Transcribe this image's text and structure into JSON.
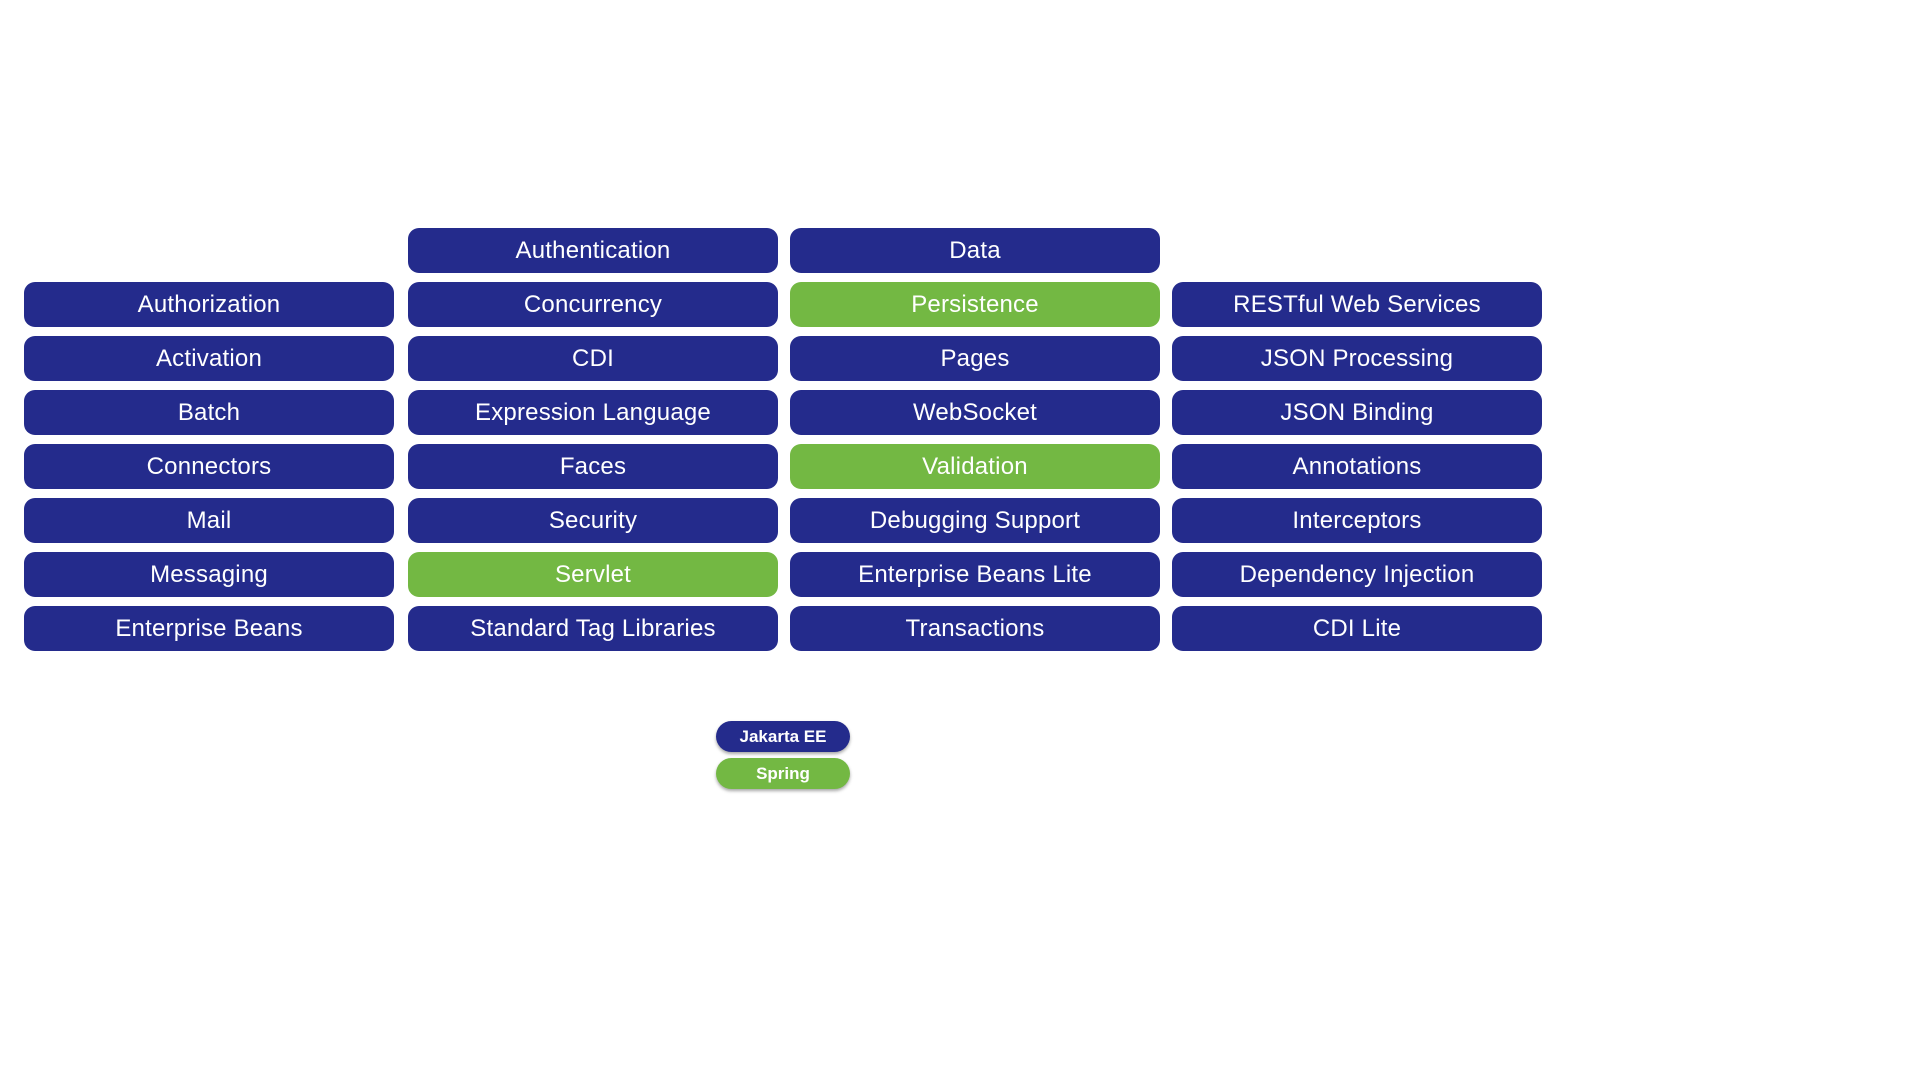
{
  "colors": {
    "jakarta": "#242b8c",
    "spring": "#73b843",
    "text": "#ffffff",
    "background": "#ffffff"
  },
  "diagram": {
    "columns": [
      {
        "items": [
          {
            "label": "Authorization",
            "tech": "jakarta"
          },
          {
            "label": "Activation",
            "tech": "jakarta"
          },
          {
            "label": "Batch",
            "tech": "jakarta"
          },
          {
            "label": "Connectors",
            "tech": "jakarta"
          },
          {
            "label": "Mail",
            "tech": "jakarta"
          },
          {
            "label": "Messaging",
            "tech": "jakarta"
          },
          {
            "label": "Enterprise Beans",
            "tech": "jakarta"
          }
        ]
      },
      {
        "items": [
          {
            "label": "Authentication",
            "tech": "jakarta"
          },
          {
            "label": "Concurrency",
            "tech": "jakarta"
          },
          {
            "label": "CDI",
            "tech": "jakarta"
          },
          {
            "label": "Expression Language",
            "tech": "jakarta"
          },
          {
            "label": "Faces",
            "tech": "jakarta"
          },
          {
            "label": "Security",
            "tech": "jakarta"
          },
          {
            "label": "Servlet",
            "tech": "spring"
          },
          {
            "label": "Standard Tag Libraries",
            "tech": "jakarta"
          }
        ]
      },
      {
        "items": [
          {
            "label": "Data",
            "tech": "jakarta"
          },
          {
            "label": "Persistence",
            "tech": "spring"
          },
          {
            "label": "Pages",
            "tech": "jakarta"
          },
          {
            "label": "WebSocket",
            "tech": "jakarta"
          },
          {
            "label": "Validation",
            "tech": "spring"
          },
          {
            "label": "Debugging Support",
            "tech": "jakarta"
          },
          {
            "label": "Enterprise Beans Lite",
            "tech": "jakarta"
          },
          {
            "label": "Transactions",
            "tech": "jakarta"
          }
        ]
      },
      {
        "items": [
          {
            "label": "RESTful Web Services",
            "tech": "jakarta"
          },
          {
            "label": "JSON Processing",
            "tech": "jakarta"
          },
          {
            "label": "JSON Binding",
            "tech": "jakarta"
          },
          {
            "label": "Annotations",
            "tech": "jakarta"
          },
          {
            "label": "Interceptors",
            "tech": "jakarta"
          },
          {
            "label": "Dependency Injection",
            "tech": "jakarta"
          },
          {
            "label": "CDI Lite",
            "tech": "jakarta"
          }
        ]
      }
    ]
  },
  "legend": {
    "items": [
      {
        "label": "Jakarta EE",
        "tech": "jakarta"
      },
      {
        "label": "Spring",
        "tech": "spring"
      }
    ]
  }
}
